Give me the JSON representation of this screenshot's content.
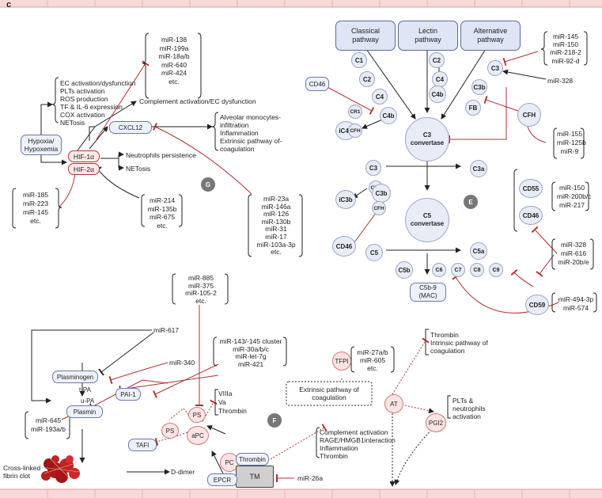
{
  "panel_letter": "c",
  "G": {
    "label": "G",
    "mirs_top": [
      "miR-138",
      "miR-199a",
      "miR-18a/b",
      "miR-640",
      "miR-424",
      "etc."
    ],
    "hypoxia": [
      "Hypoxia/",
      "Hypoxemia"
    ],
    "effects": [
      "EC activation/dysfunction",
      "PLTs activation",
      "ROS production",
      "TF & IL-6 expression",
      "COX activation",
      "NETosis"
    ],
    "complement": "Complement activation/EC dysfunction",
    "cxcl12": "CXCL12",
    "alveolar": [
      "Alveolar monocytes-",
      "infiltration",
      "Inflammation",
      "Extrinsic pathway of-",
      "coagulation"
    ],
    "hif1": "HIF-1α",
    "hif2": "HIF-2α",
    "neutro": "Neutrophils persistence",
    "netosis": "NETosis",
    "mirs_left": [
      "miR-185",
      "miR-223",
      "miR-145",
      "etc."
    ],
    "mirs_mid": [
      "miR-214",
      "miR-135b",
      "miR-675",
      "etc."
    ],
    "mirs_right": [
      "miR-23a",
      "miR-146a",
      "miR-126",
      "miR-130b",
      "miR-31",
      "miR-17",
      "miR-103a-3p",
      "etc."
    ]
  },
  "E": {
    "label": "E",
    "pathways": [
      [
        "Classical",
        "pathway"
      ],
      [
        "Lectin",
        "pathway"
      ],
      [
        "Alternative",
        "pathway"
      ]
    ],
    "nodes": {
      "C1": "C1",
      "C2a": "C2",
      "C4a": "C4",
      "C2": "C2",
      "C4": "C4",
      "C4b": "C4b",
      "C4bs": "C4b",
      "CD46a": "CD46",
      "CR1": "CR1",
      "iC4b": "iC4b",
      "CFH": "CFH",
      "C3": "C3",
      "C3b": "C3b",
      "FB": "FB",
      "CFHr": "CFH",
      "C3conv": [
        "C3",
        "convertase"
      ],
      "C3m": "C3",
      "C3a": "C3a",
      "CR1b": "CR1",
      "C3bb": "C3b",
      "iC3b": "iC3b",
      "CFHb": "CFH",
      "C5conv": [
        "C5",
        "convertase"
      ],
      "CD46b": "CD46",
      "C5": "C5",
      "C5a": "C5a",
      "C5b": "C5b",
      "C6": "C6",
      "C7": "C7",
      "C8": "C8",
      "C9": "C9",
      "MAC": [
        "C5b-9",
        "(MAC)"
      ],
      "CD55": "CD55",
      "CD46c": "CD46",
      "CD59": "CD59"
    },
    "mirs_c3": [
      "miR-145",
      "miR-150",
      "miR-218-2",
      "miR-92-d"
    ],
    "mir328": "miR-328",
    "mirs_cfh": [
      "miR-155",
      "miR-125b",
      "miR-9"
    ],
    "mirs_cd55": [
      "miR-150",
      "miR-200b/c",
      "miR-217"
    ],
    "mirs_cd59": [
      "miR-328",
      "miR-616",
      "miR-20b/e"
    ],
    "mirs_c7": [
      "miR-494-3p",
      "miR-574"
    ]
  },
  "F": {
    "label": "F",
    "mirs_top": [
      "miR-885",
      "miR-375",
      "miR-105-2",
      "etc."
    ],
    "mir617": "miR-617",
    "mir340": "miR-340",
    "mirs_pai": [
      "miR-143/-145 cluster",
      "miR-30a/b/c",
      "miR-let-7g",
      "miR-421"
    ],
    "plasminogen": "Plasminogen",
    "tpa": "t-PA",
    "upa": "u-PA",
    "pai1": "PAI-1",
    "plasmin": "Plasmin",
    "mirs_plasmin": [
      "miR-645",
      "miR-193a/b"
    ],
    "factors": [
      "VIIIa",
      "Va",
      "Thrombin"
    ],
    "ps": "PS",
    "ps2": "PS",
    "apc": "aPC",
    "tafi": "TAFI",
    "clot": [
      "Cross-linked",
      "fibrin clot"
    ],
    "ddimer": "D-dimer",
    "pc": "PC",
    "thrombin": "Thrombin",
    "epcr": "EPCR",
    "tm": "TM",
    "mir26a": "miR-26a",
    "tm_effects": [
      "Complement activation",
      "RAGE/HMGB1interaction",
      "Inflammation",
      "Thrombin"
    ],
    "tfpi": "TFPI",
    "mirs_tfpi": [
      "miR-27a/b",
      "miR-605",
      "etc."
    ],
    "extrinsic": [
      "Extrinsic pathway of",
      "coagulation"
    ],
    "at": "AT",
    "at_effects": [
      "Thrombin",
      "Intrinsic pathway of",
      "coagulation"
    ],
    "pgi2": "PGI2",
    "pgi2_effects": [
      "PLTs &",
      "neutrophils",
      "activation"
    ]
  }
}
